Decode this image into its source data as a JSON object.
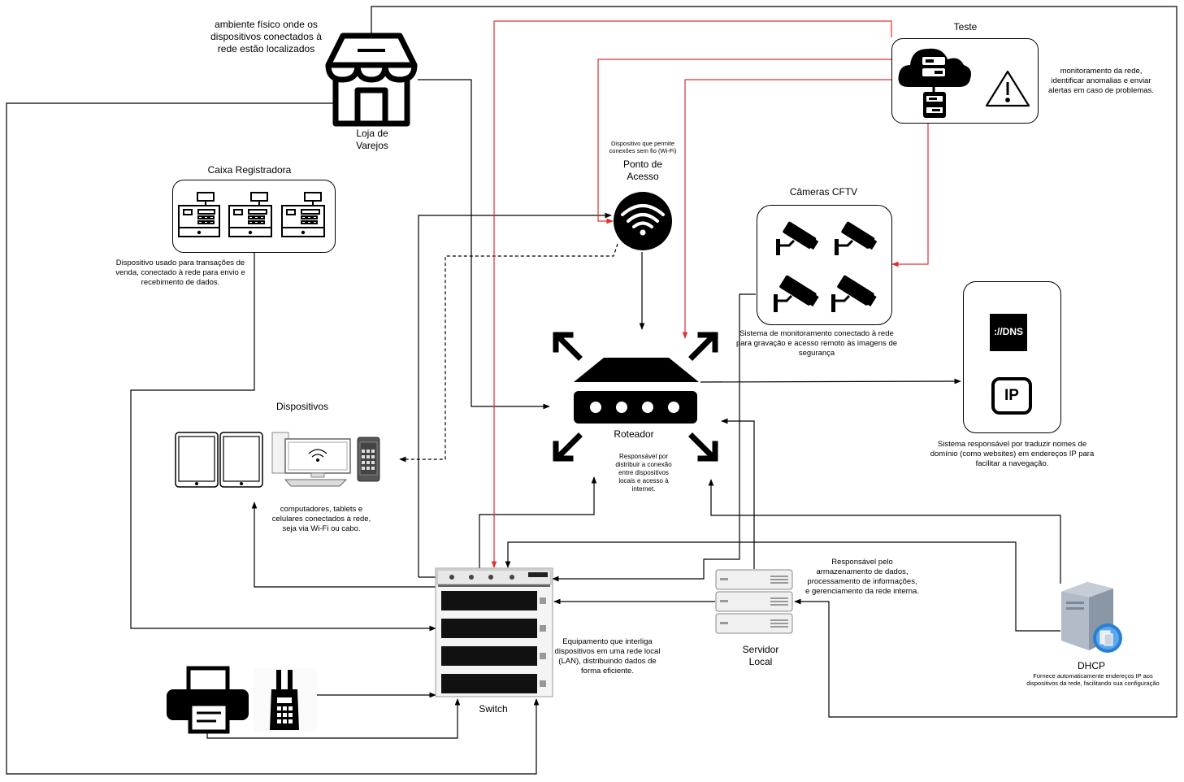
{
  "loja": {
    "title": "Loja de\nVarejos",
    "desc": "ambiente físico onde os\ndispositivos conectados à\nrede estão localizados"
  },
  "teste": {
    "title": "Teste",
    "desc": "monitoramento da rede,\nidentificar anomalias e enviar\nalertas em caso de problemas."
  },
  "ponto": {
    "title": "Ponto de\nAcesso",
    "desc": "Dispositivo que permite\nconexões sem fio (Wi-Fi)"
  },
  "caixa": {
    "title": "Caixa Registradora",
    "desc": "Dispositivo usado para transações de\nvenda, conectado à rede para envio e\nrecebimento de dados."
  },
  "cameras": {
    "title": "Câmeras CFTV",
    "desc": "Sistema de monitoramento conectado à rede\npara gravação e acesso remoto às imagens de\nsegurança"
  },
  "dns": {
    "dns_label": "://DNS",
    "ip_label": "IP",
    "desc": "Sistema responsável por traduzir nomes de\ndomínio (como websites) em endereços IP para\nfacilitar a navegação."
  },
  "dispositivos": {
    "title": "Dispositivos",
    "desc": "computadores, tablets e\ncelulares conectados à rede,\nseja via Wi-Fi ou cabo."
  },
  "roteador": {
    "title": "Roteador",
    "desc": "Responsável por\ndistribuir a conexão\nentre dispositivos\nlocais e acesso à\ninternet."
  },
  "servidor": {
    "title": "Servidor\nLocal",
    "desc": "Responsável pelo\narmazenamento de dados,\nprocessamento de informações,\ne gerenciamento da rede interna."
  },
  "switch": {
    "title": "Switch",
    "desc": "Equipamento que interliga\ndispositivos em uma rede local\n(LAN), distribuindo dados de\nforma eficiente."
  },
  "dhcp": {
    "title": "DHCP",
    "desc": "Fornece automaticamente endereços IP aos\ndispositivos da rede, facilitando sua configuração"
  },
  "colors": {
    "line": "#000000",
    "alert_line": "#e03030",
    "device_fill": "#dae8fc",
    "device_border": "#6c8ebf"
  }
}
